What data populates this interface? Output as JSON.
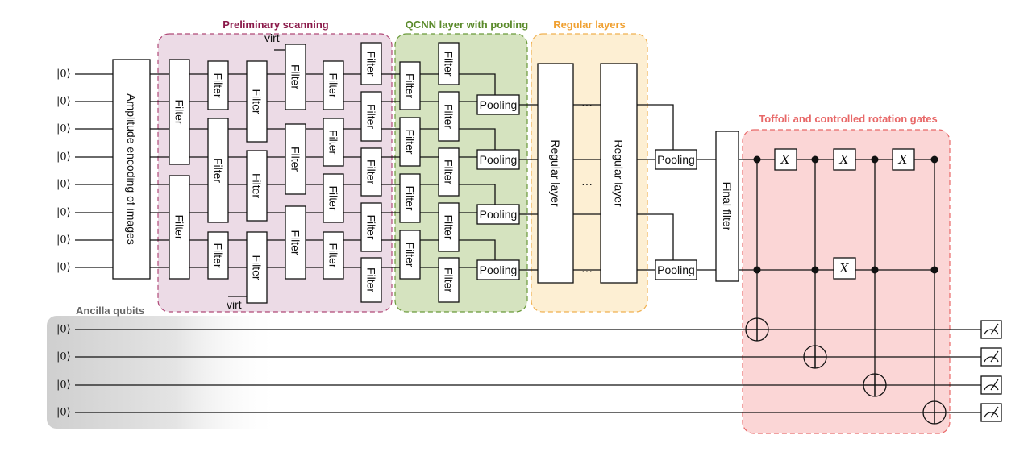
{
  "titles": {
    "preliminary": "Preliminary scanning",
    "qcnn": "QCNN layer with pooling",
    "regular": "Regular layers",
    "toffoli": "Toffoli and controlled rotation gates",
    "ancilla": "Ancilla qubits"
  },
  "colors": {
    "preliminary": "#8b1a4a",
    "qcnn": "#5a8a2a",
    "regular": "#f0a030",
    "toffoli": "#e86868",
    "preliminary_fill": "#ecdbe6",
    "qcnn_fill": "#d5e3bf",
    "regular_fill": "#fdefd3",
    "toffoli_fill": "#fbd6d6"
  },
  "labels": {
    "ket": "|0⟩",
    "amplitude": "Amplitude encoding of images",
    "filter": "Filter",
    "pooling": "Pooling",
    "regular_layer": "Regular layer",
    "final_filter": "Final filter",
    "virt": "virt",
    "x_gate": "X",
    "ellipsis": "···"
  },
  "icons": {
    "measure": "measurement-meter-icon",
    "target": "cnot-target-icon",
    "control": "control-dot-icon"
  }
}
